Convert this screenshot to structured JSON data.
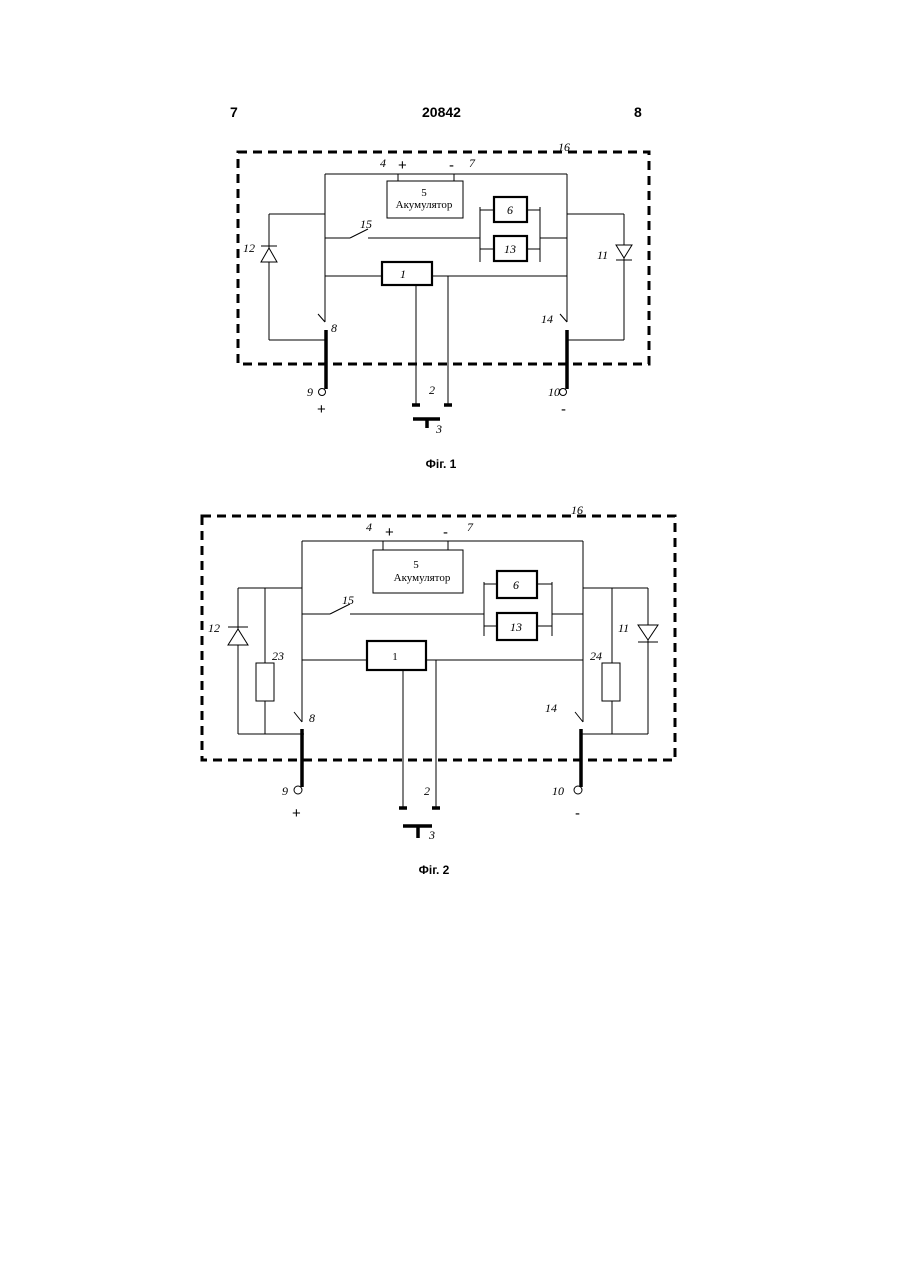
{
  "header": {
    "left_page": "7",
    "center_number": "20842",
    "right_page": "8"
  },
  "fig1": {
    "caption": "Фіг. 1",
    "battery_num": "5",
    "battery_label": "Акумулятор",
    "labels": {
      "n1": "1",
      "n2": "2",
      "n3": "3",
      "n4": "4",
      "n6": "6",
      "n7": "7",
      "n8": "8",
      "n9": "9",
      "n10": "10",
      "n11": "11",
      "n12": "12",
      "n13": "13",
      "n14": "14",
      "n15": "15",
      "n16": "16"
    },
    "plus": "+",
    "minus": "-"
  },
  "fig2": {
    "caption": "Фіг. 2",
    "battery_num": "5",
    "battery_label": "Акумулятор",
    "labels": {
      "n1": "1",
      "n2": "2",
      "n3": "3",
      "n4": "4",
      "n6": "6",
      "n7": "7",
      "n8": "8",
      "n9": "9",
      "n10": "10",
      "n11": "11",
      "n12": "12",
      "n13": "13",
      "n14": "14",
      "n15": "15",
      "n16": "16",
      "n23": "23",
      "n24": "24"
    },
    "plus": "+",
    "minus": "-"
  }
}
